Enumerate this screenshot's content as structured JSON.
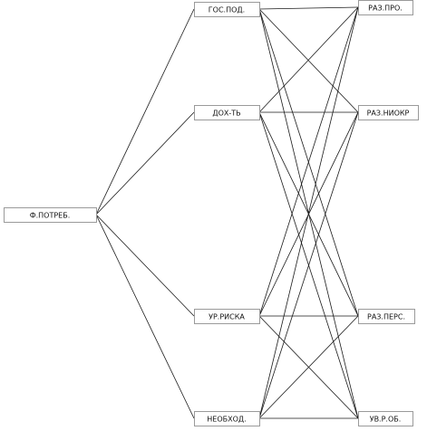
{
  "diagram": {
    "nodes": [
      {
        "id": "root",
        "label": "Ф.ПОТРЕБ."
      },
      {
        "id": "m1",
        "label": "ГОС.ПОД."
      },
      {
        "id": "m2",
        "label": "ДОХ-ТЬ"
      },
      {
        "id": "m3",
        "label": "УР.РИСКА"
      },
      {
        "id": "m4",
        "label": "НЕОБХОД."
      },
      {
        "id": "r1",
        "label": "РАЗ.ПРО."
      },
      {
        "id": "r2",
        "label": "РАЗ.НИОКР"
      },
      {
        "id": "r3",
        "label": "РАЗ.ПЕРС."
      },
      {
        "id": "r4",
        "label": "УВ.Р.ОБ."
      }
    ],
    "edges": [
      [
        "root",
        "m1"
      ],
      [
        "root",
        "m2"
      ],
      [
        "root",
        "m3"
      ],
      [
        "root",
        "m4"
      ],
      [
        "m1",
        "r1"
      ],
      [
        "m1",
        "r2"
      ],
      [
        "m1",
        "r3"
      ],
      [
        "m1",
        "r4"
      ],
      [
        "m2",
        "r1"
      ],
      [
        "m2",
        "r2"
      ],
      [
        "m2",
        "r3"
      ],
      [
        "m2",
        "r4"
      ],
      [
        "m3",
        "r1"
      ],
      [
        "m3",
        "r2"
      ],
      [
        "m3",
        "r3"
      ],
      [
        "m3",
        "r4"
      ],
      [
        "m4",
        "r1"
      ],
      [
        "m4",
        "r2"
      ],
      [
        "m4",
        "r3"
      ],
      [
        "m4",
        "r4"
      ]
    ]
  }
}
